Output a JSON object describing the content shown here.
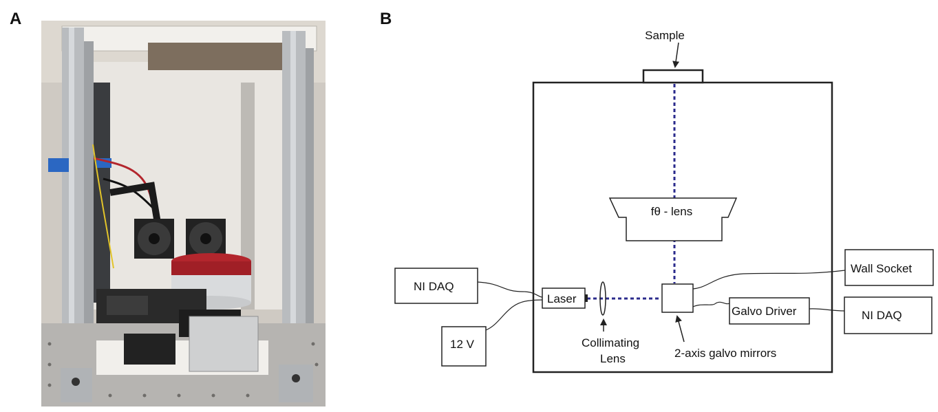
{
  "panels": {
    "a": "A",
    "b": "B"
  },
  "diagram": {
    "sample": "Sample",
    "lens": "fθ - lens",
    "wall_socket": "Wall Socket",
    "ni_daq_left": "NI DAQ",
    "laser": "Laser",
    "galvo_driver": "Galvo Driver",
    "ni_daq_right": "NI DAQ",
    "power": "12 V",
    "collimating_line1": "Collimating",
    "collimating_line2": "Lens",
    "galvo_mirrors": "2-axis galvo mirrors"
  },
  "colors": {
    "beam": "#2b2b8c",
    "outline": "#222222",
    "accent_red": "#b3262d"
  }
}
